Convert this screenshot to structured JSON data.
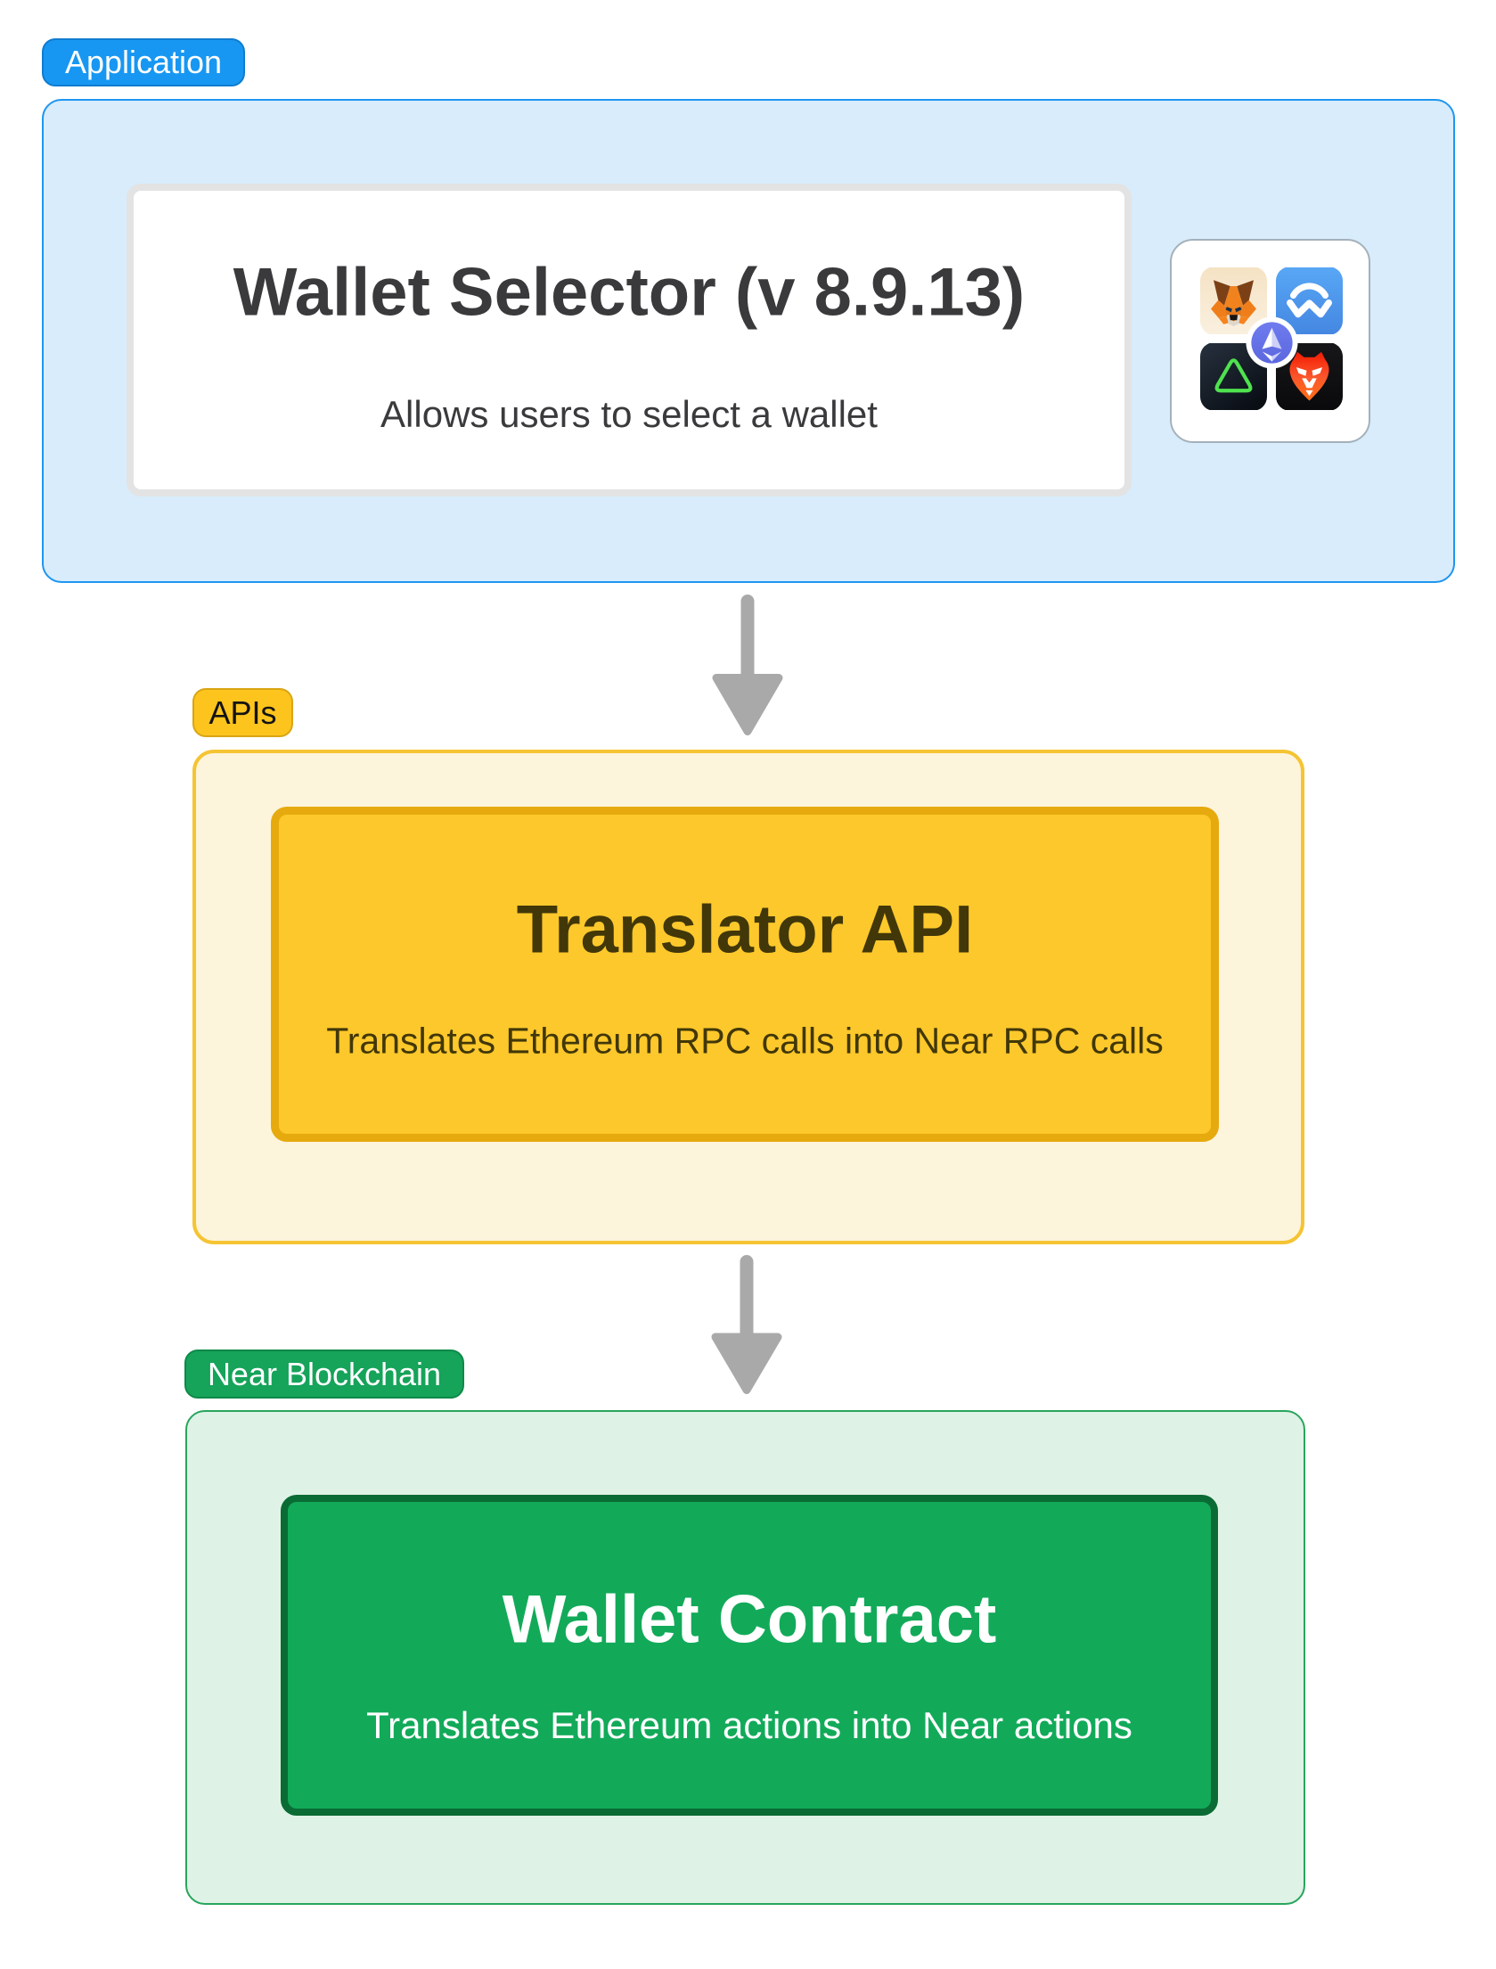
{
  "app": {
    "badge": "Application",
    "title": "Wallet Selector (v 8.9.13)",
    "subtitle": "Allows users to select a wallet"
  },
  "apis": {
    "badge": "APIs",
    "title": "Translator API",
    "subtitle": "Translates Ethereum RPC calls into Near RPC calls"
  },
  "near": {
    "badge": "Near Blockchain",
    "title": "Wallet Contract",
    "subtitle": "Translates Ethereum actions into Near actions"
  },
  "icons": {
    "metamask": "metamask-fox",
    "walletconnect": "walletconnect",
    "triangle_wallet": "green-triangle-wallet",
    "brave": "brave-lion",
    "ethereum": "ethereum"
  },
  "colors": {
    "app_badge": "#1897F2",
    "app_container_fill": "#D8ECFB",
    "app_container_border": "#1E96F0",
    "card_border": "#E3E3E3",
    "apis_badge": "#FCC41D",
    "apis_container_fill": "#FDF4DC",
    "apis_container_border": "#F5C433",
    "translator_fill": "#FDC82B",
    "translator_border": "#E6AA0E",
    "near_badge": "#16A35A",
    "near_container_fill": "#DFF2E6",
    "near_container_border": "#28A55C",
    "contract_fill": "#12AA59",
    "contract_border": "#0A6B34",
    "arrow": "#A9A9A9",
    "dark_text": "#3A3A3C",
    "amber_text": "#413709"
  }
}
